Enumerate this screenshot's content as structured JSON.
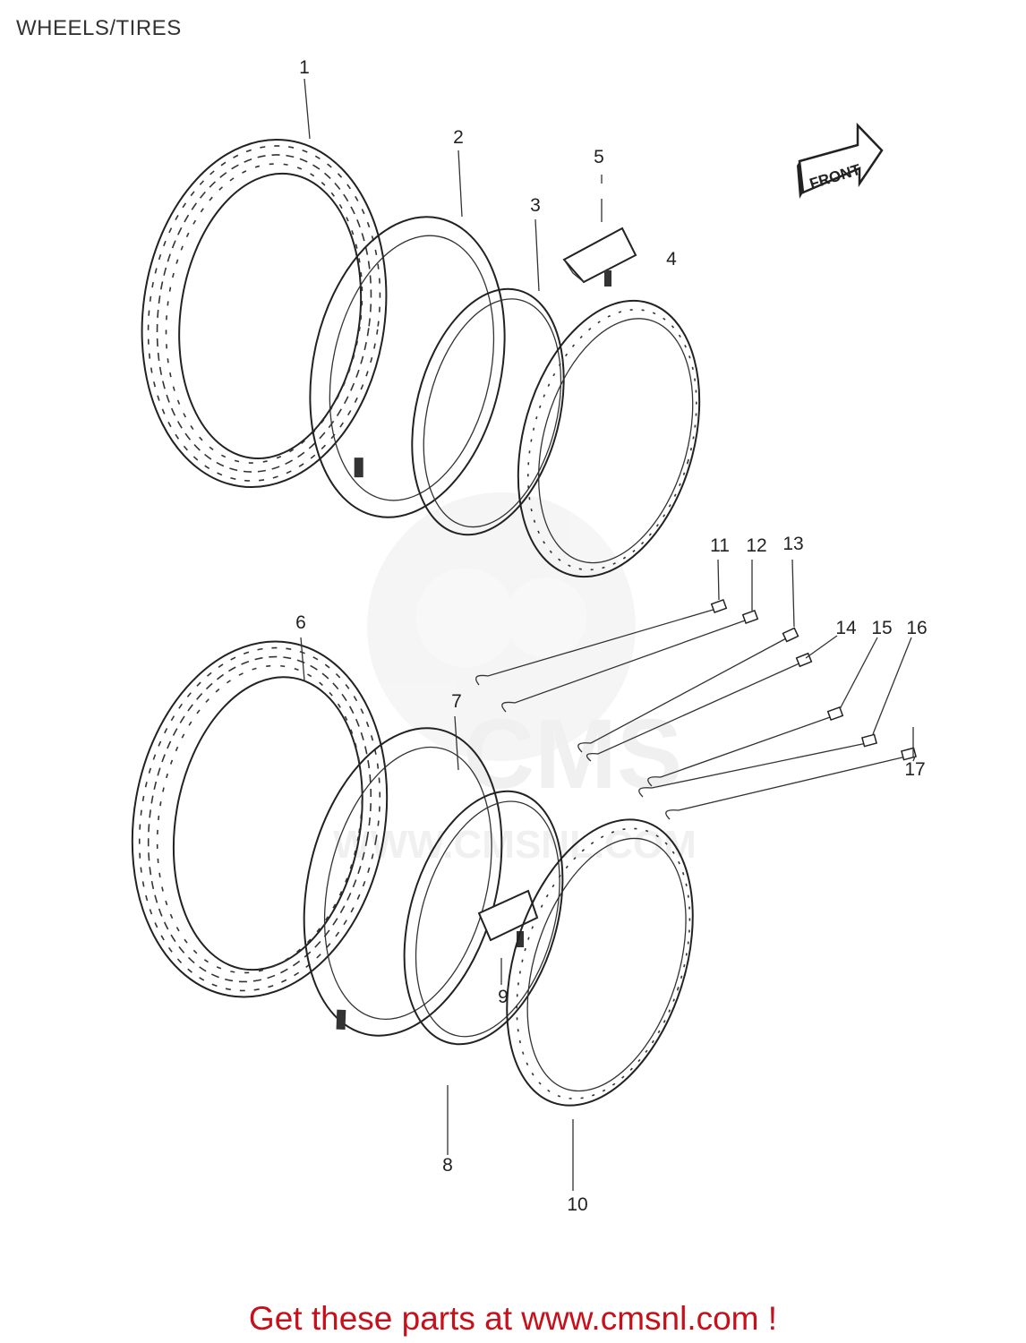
{
  "title": "WHEELS/TIRES",
  "footer": "Get these parts at www.cmsnl.com !",
  "front_arrow": "FRONT",
  "watermark": {
    "brand": "CMS",
    "url": "WWW.CMSNL.COM"
  },
  "callouts": [
    "1",
    "2",
    "3",
    "4",
    "5",
    "6",
    "7",
    "8",
    "9",
    "10",
    "11",
    "12",
    "13",
    "14",
    "15",
    "16",
    "17"
  ],
  "colors": {
    "footer_text": "#c8101a",
    "line_art": "#222222",
    "watermark": "#e6e6e6"
  }
}
